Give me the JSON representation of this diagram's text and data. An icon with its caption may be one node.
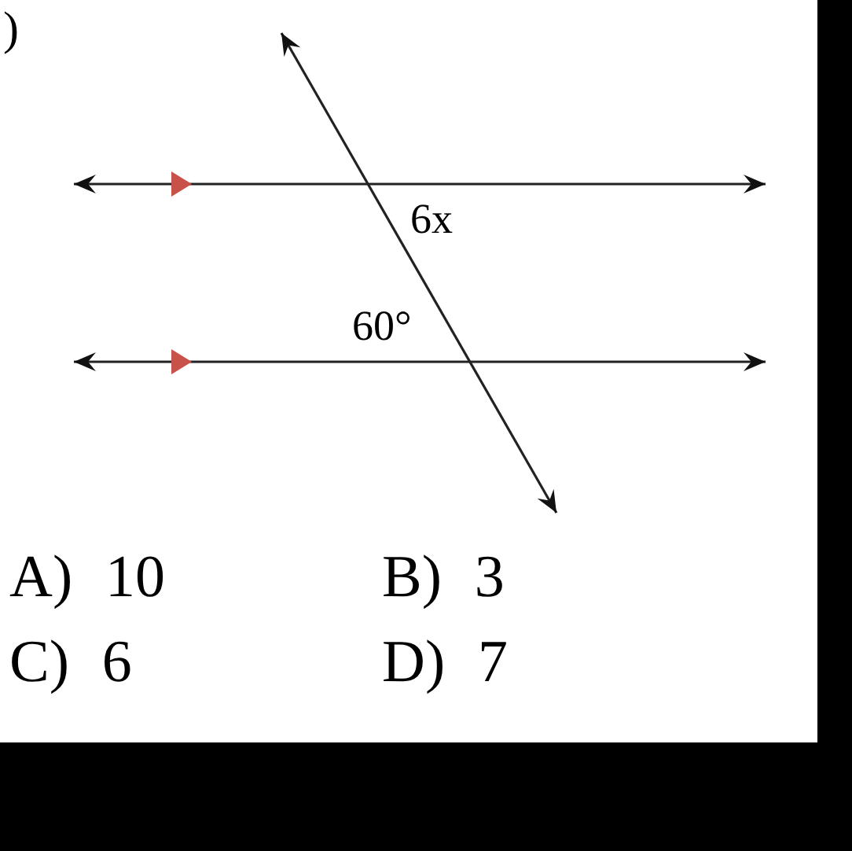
{
  "diagram": {
    "labels": [
      ")",
      "6x",
      "60°",
      "A) 10",
      "B) 3",
      "C) 6",
      "D) 7"
    ]
  }
}
